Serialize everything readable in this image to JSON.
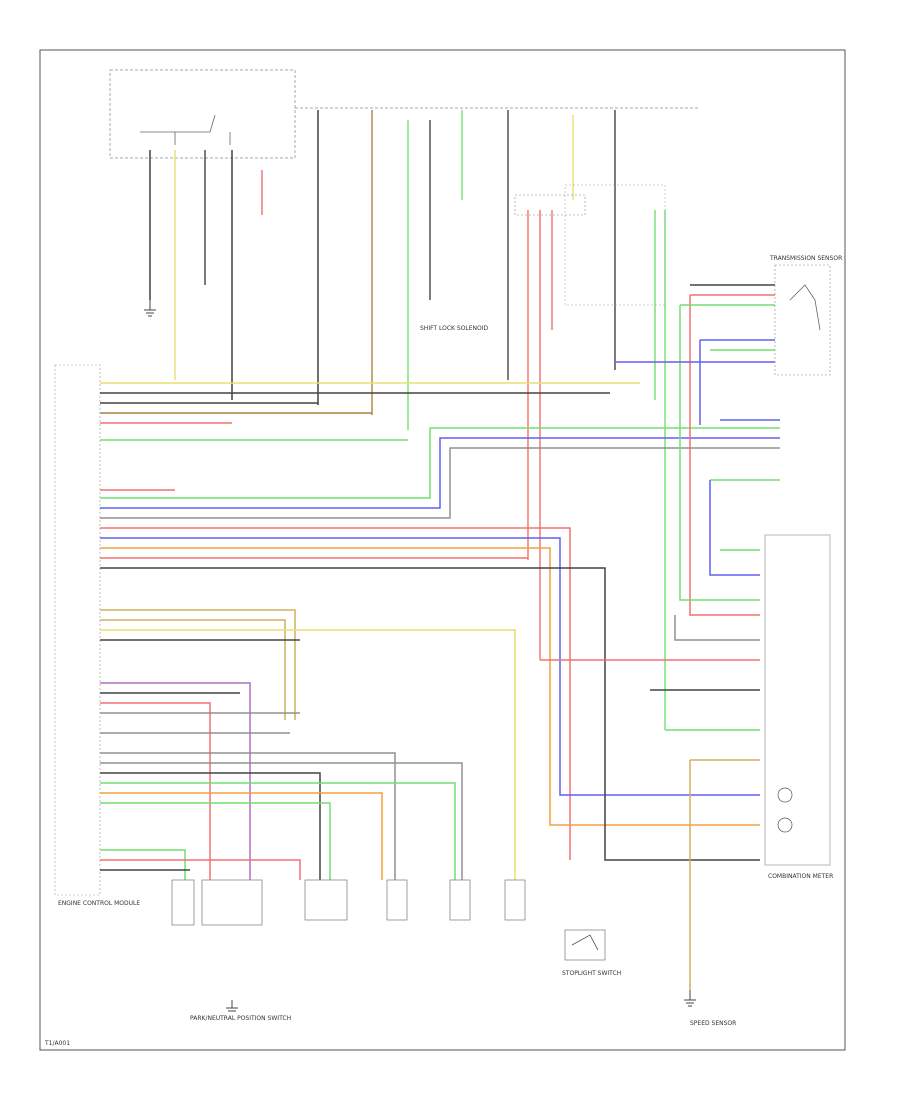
{
  "colors": {
    "black": "#111111",
    "yellow": "#e8e070",
    "red": "#f07070",
    "green": "#70e070",
    "blue": "#6060f0",
    "orange": "#f0a040",
    "brown": "#b08040",
    "violet": "#b070c0",
    "gray": "#909090",
    "lightblue": "#70c0f0",
    "pink": "#f08080",
    "tan": "#d0b060"
  },
  "labels": {
    "engine_module": "ENGINE CONTROL MODULE",
    "transmission_sensor": "TRANSMISSION SENSOR",
    "combination_meter": "COMBINATION METER",
    "stoplight_switch": "STOPLIGHT SWITCH",
    "speed_sensor": "SPEED SENSOR",
    "park_neutral": "PARK/NEUTRAL POSITION SWITCH",
    "shift_lock": "SHIFT LOCK SOLENOID",
    "footer": "T1/A001"
  },
  "icons": {
    "ground": "ground-icon",
    "switch": "switch-icon",
    "gauge": "gauge-icon"
  }
}
